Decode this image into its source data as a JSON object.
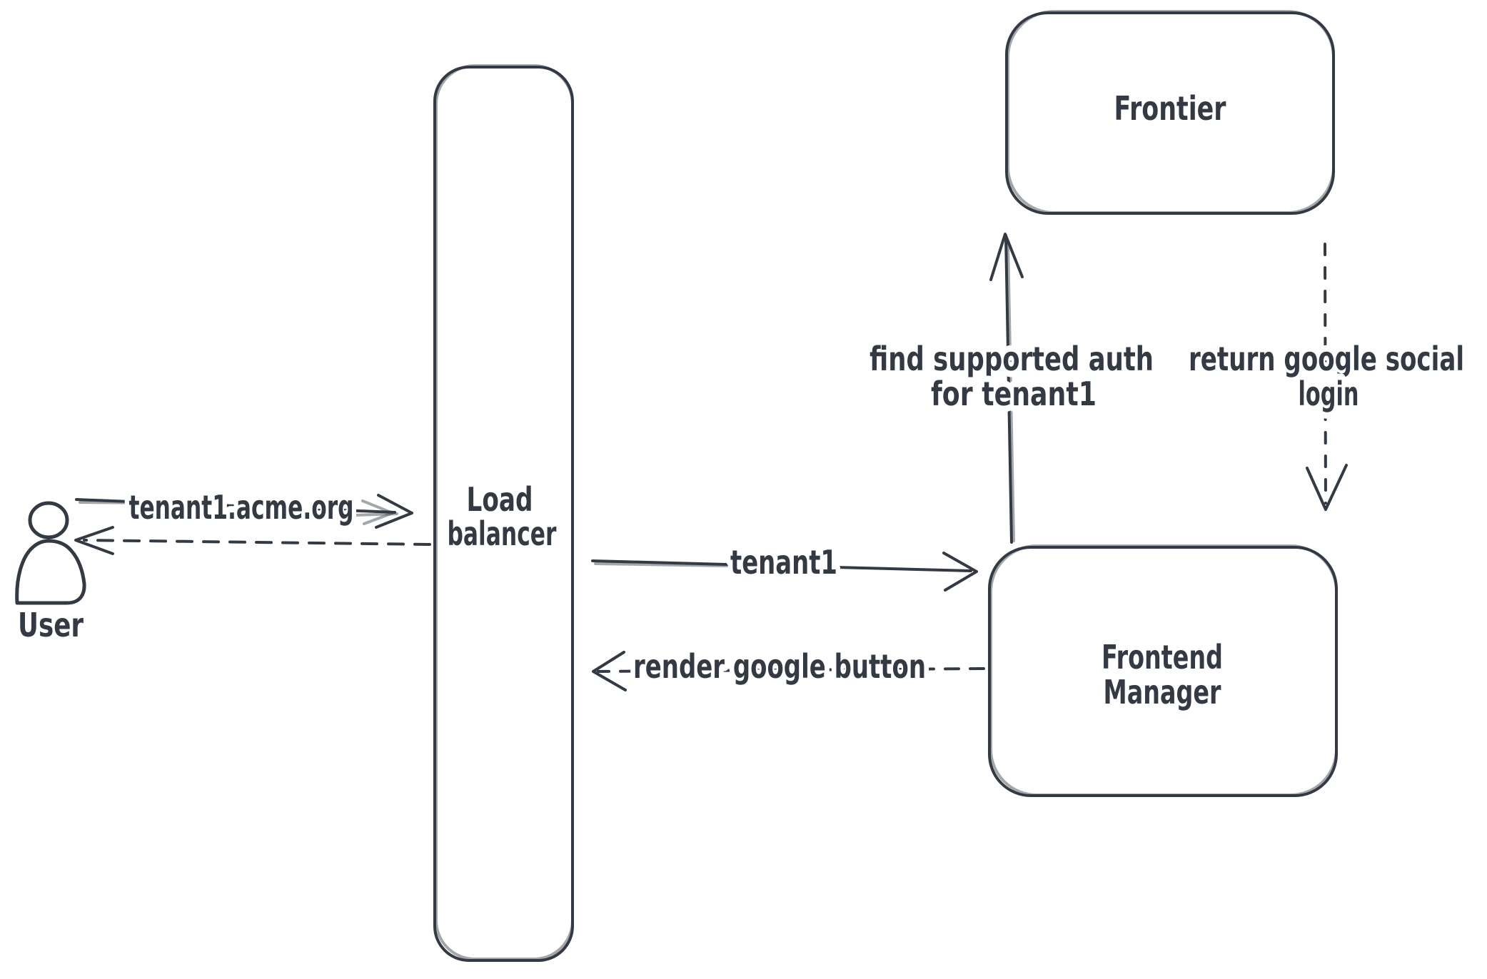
{
  "diagram": {
    "background": "#ffffff",
    "colors": {
      "stroke": "#333a44",
      "hatch": "#ccd3dc",
      "label_halo": "#ffffff"
    },
    "user": {
      "label": "User"
    },
    "nodes": {
      "load_balancer": {
        "lines": [
          "Load",
          "balancer"
        ]
      },
      "frontier": {
        "lines": [
          "Frontier"
        ]
      },
      "frontend_manager": {
        "lines": [
          "Frontend",
          "Manager"
        ]
      }
    },
    "edges": {
      "user_to_lb": {
        "label": "tenant1.acme.org",
        "style": "solid",
        "direction": "user to load balancer"
      },
      "lb_to_user": {
        "style": "dashed",
        "direction": "load balancer to user"
      },
      "lb_to_fm": {
        "label": "tenant1",
        "style": "solid",
        "direction": "load balancer to frontend manager"
      },
      "fm_to_lb": {
        "label": "render google button",
        "style": "dashed",
        "direction": "frontend manager to load balancer"
      },
      "fm_to_frontier": {
        "lines": [
          "find supported auth",
          "for tenant1"
        ],
        "style": "solid",
        "direction": "frontend manager to frontier"
      },
      "frontier_to_fm": {
        "lines": [
          "return google social",
          "login"
        ],
        "style": "dashed",
        "direction": "frontier to frontend manager"
      }
    }
  }
}
